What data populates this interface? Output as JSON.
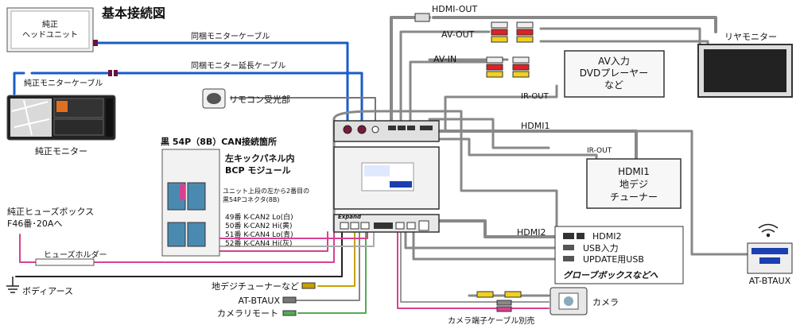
{
  "title": "基本接続図",
  "devices": {
    "head_unit": {
      "line1": "純正",
      "line2": "ヘッドユニット"
    },
    "oem_monitor": "純正モニター",
    "oem_monitor_cable": "純正モニターケーブル",
    "rear_monitor": "リヤモニター",
    "av_input": {
      "line1": "AV入力",
      "line2": "DVDプレーヤー",
      "line3": "など"
    },
    "hdmi1_tuner": {
      "line1": "HDMI1",
      "line2": "地デジ",
      "line3": "チューナー"
    },
    "at_btaux": "AT-BTAUX",
    "camera": "カメラ"
  },
  "cables": {
    "monitor_cable": "同梱モニターケーブル",
    "monitor_ext_cable": "同梱モニター延長ケーブル",
    "remote_receiver": "リモコン受光部",
    "hdmi_out": "HDMI-OUT",
    "av_out": "AV-OUT",
    "av_in": "AV-IN",
    "ir_out_1": "IR-OUT",
    "ir_out_2": "IR-OUT",
    "hdmi1": "HDMI1",
    "hdmi2": "HDMI2",
    "fuse_box": {
      "line1": "純正ヒューズボックス",
      "line2": "F46番･20Aへ"
    },
    "fuse_holder": "ヒューズホルダー",
    "body_earth": "ボディアース",
    "terrestrial_tuner": "地デジチューナーなど",
    "at_btaux_conn": "AT-BTAUX",
    "camera_remote": "カメラリモート",
    "camera_cable_note": "カメラ端子ケーブル別売"
  },
  "can": {
    "heading": "黒 54P（8B）CAN接続箇所",
    "panel_line1": "左キックパネル内",
    "panel_line2": "BCP モジュール",
    "note_line1": "ユニット上段の左から2番目の",
    "note_line2": "黒54Pコネクタ(8B)",
    "pins": [
      "49番 K-CAN2 Lo(白)",
      "50番 K-CAN2 Hi(黄)",
      "51番 K-CAN4 Lo(青)",
      "52番 K-CAN4 Hi(灰)"
    ]
  },
  "glovebox": {
    "hdmi2": "HDMI2",
    "usb_in": "USB入力",
    "update_usb": "UPDATE用USB",
    "note": "グローブボックスなどへ"
  },
  "unit_brand": "Expand",
  "colors": {
    "title": "#1e4fa0",
    "blue_cable": "#1a5cc8",
    "pink_cable": "#d6428f",
    "gray_cable": "#888888",
    "camera_note": "#1a3fb0"
  }
}
